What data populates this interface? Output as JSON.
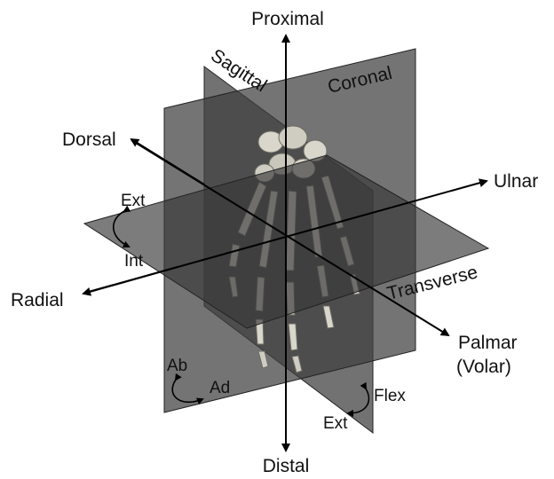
{
  "axes": {
    "proximal": "Proximal",
    "distal": "Distal",
    "dorsal": "Dorsal",
    "palmar": "Palmar",
    "palmar_alt": "(Volar)",
    "ulnar": "Ulnar",
    "radial": "Radial"
  },
  "planes": {
    "sagittal": "Sagittal",
    "coronal": "Coronal",
    "transverse": "Transverse"
  },
  "motions": {
    "extension_top": "Ext",
    "internal": "Int",
    "abduction": "Ab",
    "adduction": "Ad",
    "flexion": "Flex",
    "extension_bottom": "Ext"
  },
  "colors": {
    "plane_fill": "#3a3a3a",
    "plane_stroke": "#222222",
    "bone": "#d9d7cc",
    "bone_shade": "#9e9c92",
    "arrow": "#000000"
  }
}
